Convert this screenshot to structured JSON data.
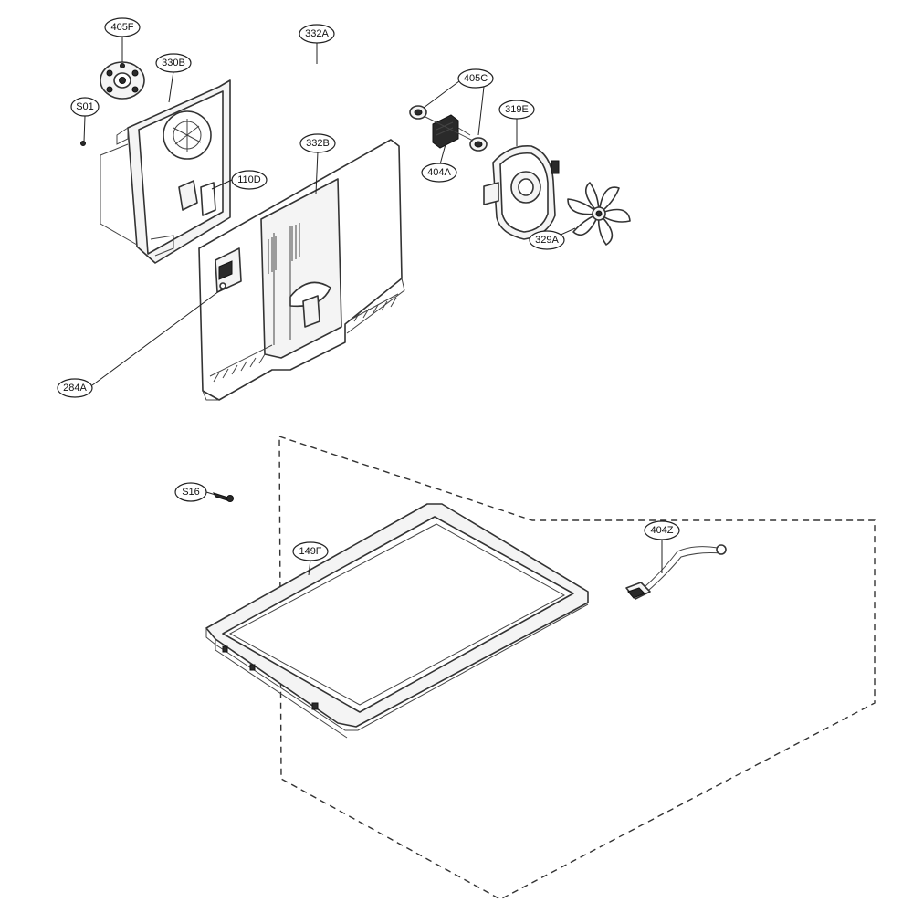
{
  "diagram": {
    "callouts": {
      "c405F": "405F",
      "c330B": "330B",
      "c332A": "332A",
      "cS01": "S01",
      "c405C": "405C",
      "c319E": "319E",
      "c332B": "332B",
      "c110D": "110D",
      "c404A": "404A",
      "c329A": "329A",
      "c284A": "284A",
      "cS16": "S16",
      "c149F": "149F",
      "c404Z": "404Z"
    }
  }
}
